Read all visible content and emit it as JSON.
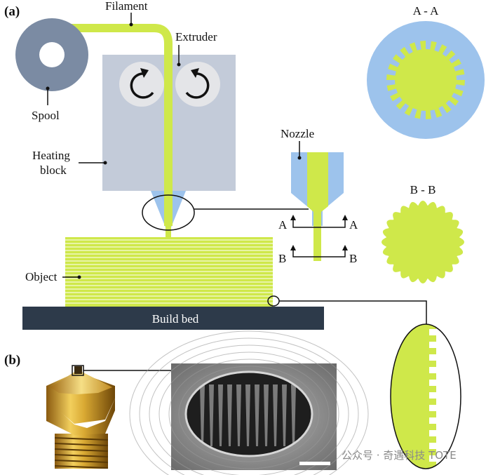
{
  "panels": {
    "a": "(a)",
    "b": "(b)"
  },
  "labels": {
    "filament": "Filament",
    "extruder": "Extruder",
    "spool": "Spool",
    "heating_block_line1": "Heating",
    "heating_block_line2": "block",
    "nozzle": "Nozzle",
    "object": "Object",
    "build_bed": "Build bed"
  },
  "sections": {
    "aa_title": "A - A",
    "bb_title": "B - B",
    "a_mark": "A",
    "b_mark": "B"
  },
  "watermark": "公众号 · 奇遇科技 TOTE",
  "colors": {
    "filament": "#cfe84a",
    "heating_block": "#c3cbd9",
    "spool": "#7b8ba3",
    "nozzle": "#9dc3ec",
    "bed": "#2d3a4a",
    "roller": "#e4e5e8"
  }
}
